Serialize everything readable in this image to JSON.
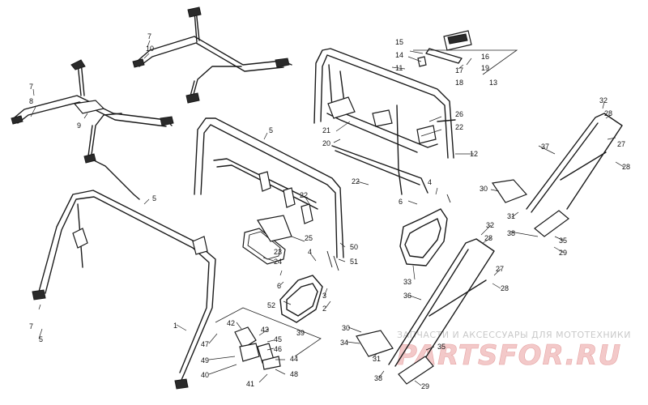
{
  "callouts": [
    "1",
    "2",
    "3",
    "4",
    "5",
    "6",
    "7",
    "8",
    "9",
    "10",
    "11",
    "12",
    "13",
    "14",
    "15",
    "16",
    "17",
    "18",
    "19",
    "20",
    "21",
    "22",
    "23",
    "24",
    "25",
    "26",
    "27",
    "28",
    "29",
    "30",
    "31",
    "32",
    "33",
    "34",
    "35",
    "36",
    "37",
    "38",
    "39",
    "40",
    "41",
    "42",
    "43",
    "44",
    "45",
    "46",
    "47",
    "48",
    "49",
    "50",
    "51",
    "52"
  ],
  "watermark": {
    "tagline": "ЗАПЧАСТИ И АКСЕССУАРЫ ДЛЯ МОТОТЕХНИКИ",
    "brand": "PARTSFOR.RU"
  }
}
